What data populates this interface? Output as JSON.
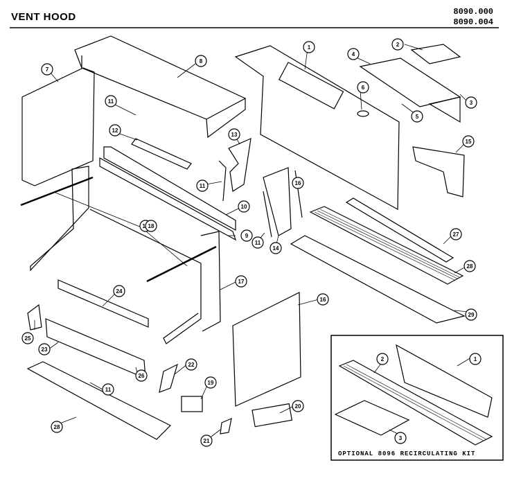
{
  "header": {
    "title": "VENT HOOD",
    "models": [
      "8090.000",
      "8090.004"
    ]
  },
  "kit": {
    "label": "OPTIONAL 8096 RECIRCULATING KIT"
  },
  "callouts": [
    "7",
    "8",
    "11",
    "12",
    "13",
    "11",
    "10",
    "9",
    "18",
    "18",
    "17",
    "24",
    "25",
    "23",
    "26",
    "11",
    "22",
    "19",
    "21",
    "20",
    "28",
    "1",
    "2",
    "4",
    "6",
    "5",
    "3",
    "15",
    "16",
    "11",
    "14",
    "27",
    "28",
    "29",
    "16",
    "1",
    "2",
    "3"
  ]
}
